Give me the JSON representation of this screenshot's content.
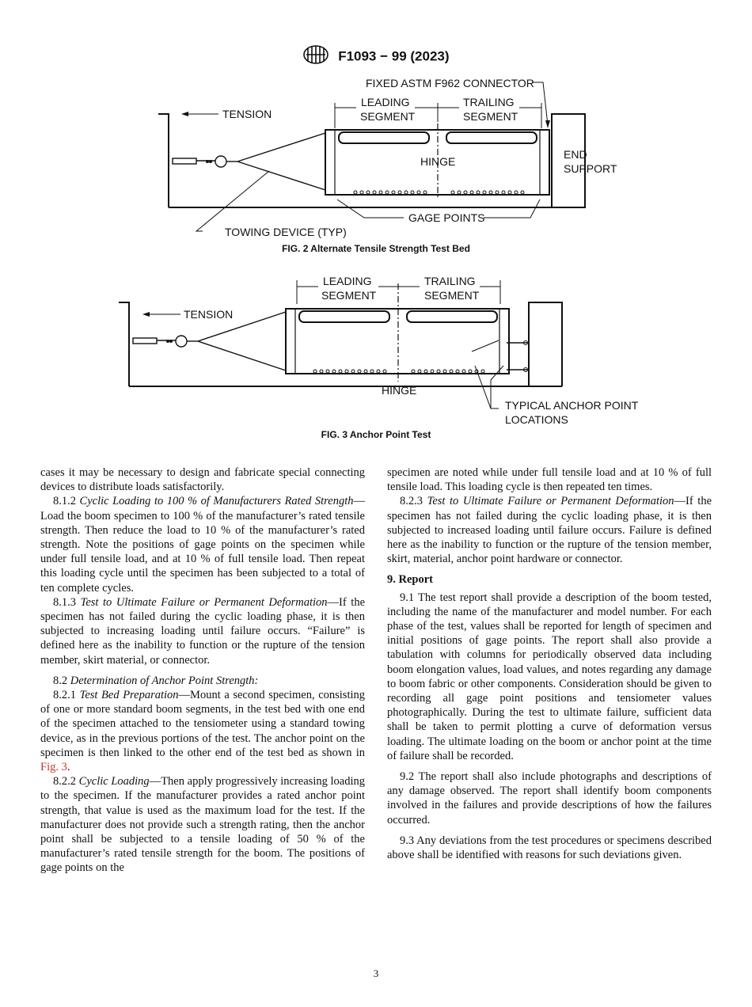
{
  "header": {
    "logo": "astm-logo-icon",
    "designation": "F1093 − 99 (2023)"
  },
  "fig2": {
    "labels": {
      "connector": "FIXED ASTM F962 CONNECTOR",
      "leading_1": "LEADING",
      "leading_2": "SEGMENT",
      "trailing_1": "TRAILING",
      "trailing_2": "SEGMENT",
      "tension": "TENSION",
      "hinge": "HINGE",
      "end_1": "END",
      "end_2": "SUPPORT",
      "gage": "GAGE POINTS",
      "towing": "TOWING DEVICE (TYP)"
    },
    "caption": "FIG. 2 Alternate Tensile Strength Test Bed"
  },
  "fig3": {
    "labels": {
      "leading_1": "LEADING",
      "leading_2": "SEGMENT",
      "trailing_1": "TRAILING",
      "trailing_2": "SEGMENT",
      "tension": "TENSION",
      "hinge": "HINGE",
      "anchor_1": "TYPICAL ANCHOR POINT",
      "anchor_2": "LOCATIONS"
    },
    "caption": "FIG. 3 Anchor Point Test"
  },
  "left_col": {
    "p1": "cases it may be necessary to design and fabricate special connecting devices to distribute loads satisfactorily.",
    "p2_num": "8.1.2 ",
    "p2_title": "Cyclic Loading to 100 % of Manufacturers Rated Strength",
    "p2_text": "—Load the boom specimen to 100 % of the manufacturer’s rated tensile strength. Then reduce the load to 10 % of the manufacturer’s rated strength. Note the positions of gage points on the specimen while under full tensile load, and at 10 % of full tensile load. Then repeat this loading cycle until the specimen has been subjected to a total of ten complete cycles.",
    "p3_num": "8.1.3 ",
    "p3_title": "Test to Ultimate Failure or Permanent Deformation",
    "p3_text": "—If the specimen has not failed during the cyclic loading phase, it is then subjected to increasing loading until failure occurs. “Failure” is defined here as the inability to function or the rupture of the tension member, skirt material, or connector.",
    "p4_num": "8.2 ",
    "p4_title": "Determination of Anchor Point Strength:",
    "p5_num": "8.2.1 ",
    "p5_title": "Test Bed Preparation",
    "p5_text": "—Mount a second specimen, consisting of one or more standard boom segments, in the test bed with one end of the specimen attached to the tensiometer using a standard towing device, as in the previous portions of the test. The anchor point on the specimen is then linked to the other end of the test bed as shown in ",
    "p5_link": "Fig. 3",
    "p5_end": ".",
    "p6_num": "8.2.2 ",
    "p6_title": "Cyclic Loading",
    "p6_text": "—Then apply progressively increasing loading to the specimen. If the manufacturer provides a rated anchor point strength, that value is used as the maximum load for the test. If the manufacturer does not provide such a strength rating, then the anchor point shall be subjected to a tensile loading of 50 % of the manufacturer’s rated tensile strength for the boom. The positions of gage points on the"
  },
  "right_col": {
    "p1": "specimen are noted while under full tensile load and at 10 % of full tensile load. This loading cycle is then repeated ten times.",
    "p2_num": "8.2.3 ",
    "p2_title": "Test to Ultimate Failure or Permanent Deformation",
    "p2_text": "—If the specimen has not failed during the cyclic loading phase, it is then subjected to increased loading until failure occurs. Failure is defined here as the inability to function or the rupture of the tension member, skirt, material, anchor point hardware or connector.",
    "h9": "9. Report",
    "p91": "9.1 The test report shall provide a description of the boom tested, including the name of the manufacturer and model number. For each phase of the test, values shall be reported for length of specimen and initial positions of gage points. The report shall also provide a tabulation with columns for periodically observed data including boom elongation values, load values, and notes regarding any damage to boom fabric or other components. Consideration should be given to recording all gage point positions and tensiometer values photographically. During the test to ultimate failure, sufficient data shall be taken to permit plotting a curve of deformation versus loading. The ultimate loading on the boom or anchor point at the time of failure shall be recorded.",
    "p92": "9.2 The report shall also include photographs and descriptions of any damage observed. The report shall identify boom components involved in the failures and provide descriptions of how the failures occurred.",
    "p93": "9.3 Any deviations from the test procedures or specimens described above shall be identified with reasons for such deviations given."
  },
  "page_number": "3"
}
